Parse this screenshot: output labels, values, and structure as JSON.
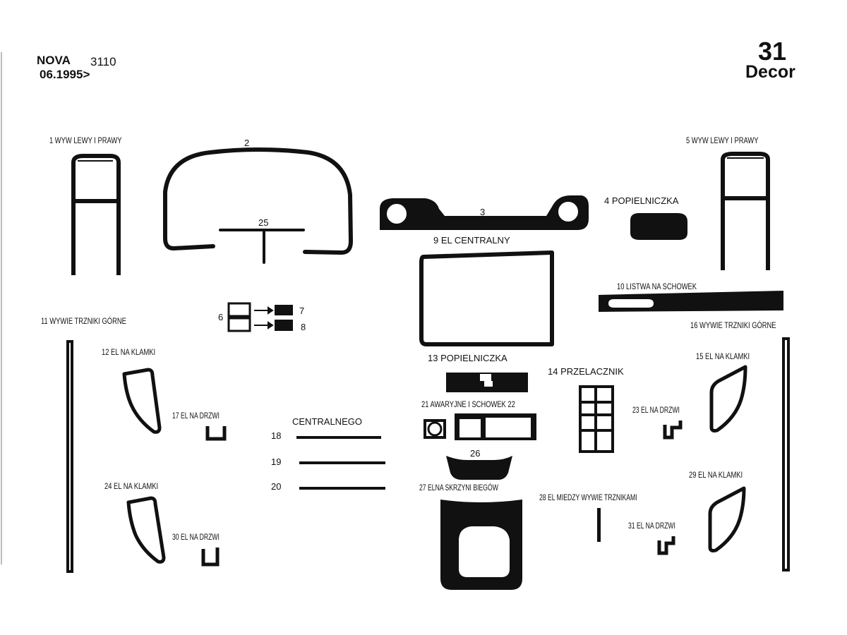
{
  "header": {
    "model": "NOVA",
    "code": "3110",
    "date": "06.1995>",
    "count": "31",
    "finish": "Decor"
  },
  "parts": [
    {
      "id": "p1",
      "text": "1  WYW LEWY I PRAWY"
    },
    {
      "id": "p2",
      "text": "2"
    },
    {
      "id": "p3",
      "text": "3"
    },
    {
      "id": "p4",
      "text": "4  POPIELNICZKA"
    },
    {
      "id": "p5",
      "text": "5  WYW LEWY I PRAWY"
    },
    {
      "id": "p6",
      "text": "6"
    },
    {
      "id": "p7",
      "text": "7"
    },
    {
      "id": "p8",
      "text": "8"
    },
    {
      "id": "p9",
      "text": "9  EL CENTRALNY"
    },
    {
      "id": "p10",
      "text": "10  LISTWA NA SCHOWEK"
    },
    {
      "id": "p11",
      "text": "11  WYWIE TRZNIKI GÓRNE"
    },
    {
      "id": "p12",
      "text": "12  EL NA KLAMKI"
    },
    {
      "id": "p13",
      "text": "13  POPIELNICZKA"
    },
    {
      "id": "p14",
      "text": "14  PRZELACZNIK"
    },
    {
      "id": "p15",
      "text": "15  EL NA KLAMKI"
    },
    {
      "id": "p16",
      "text": "16  WYWIE TRZNIKI GÓRNE"
    },
    {
      "id": "p17",
      "text": "17  EL NA DRZWI"
    },
    {
      "id": "p18",
      "text": "18"
    },
    {
      "id": "p18h",
      "text": "CENTRALNEGO"
    },
    {
      "id": "p19",
      "text": "19"
    },
    {
      "id": "p20",
      "text": "20"
    },
    {
      "id": "p21",
      "text": "21  AWARYJNE I SCHOWEK 22"
    },
    {
      "id": "p23",
      "text": "23  EL NA DRZWI"
    },
    {
      "id": "p24",
      "text": "24  EL NA KLAMKI"
    },
    {
      "id": "p25",
      "text": "25"
    },
    {
      "id": "p26",
      "text": "26"
    },
    {
      "id": "p27",
      "text": "27  ELNA SKRZYNI BIEGÓW"
    },
    {
      "id": "p28",
      "text": "28  EL MIEDZY WYWIE TRZNIKAMI"
    },
    {
      "id": "p29",
      "text": "29  EL NA KLAMKI"
    },
    {
      "id": "p30",
      "text": "30  EL NA DRZWI"
    },
    {
      "id": "p31",
      "text": "31  EL NA DRZWI"
    }
  ]
}
